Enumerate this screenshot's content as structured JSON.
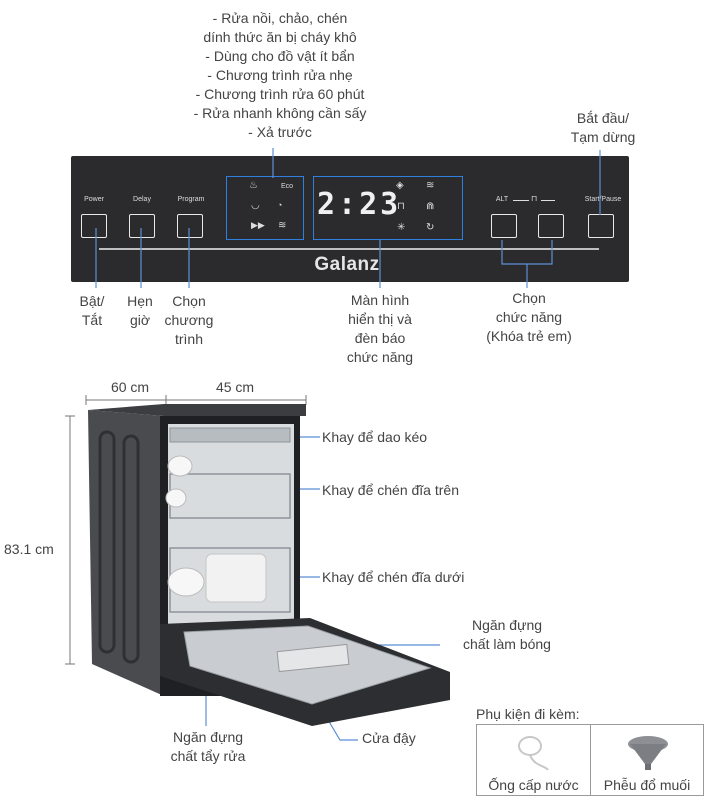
{
  "program_callout": [
    "- Rửa nồi, chảo, chén",
    "dính thức ăn bị cháy khô",
    "- Dùng cho đồ vật ít bẩn",
    "- Chương trình rửa nhẹ",
    "- Chương trình rửa 60 phút",
    "- Rửa nhanh không cần sấy",
    "- Xả trước"
  ],
  "start_callout": [
    "Bắt đầu/",
    "Tạm dừng"
  ],
  "panel": {
    "power": "Power",
    "delay": "Delay",
    "program": "Program",
    "eco": "Eco",
    "display": "2:23",
    "alt": "ALT",
    "start_pause": "Start/Pause",
    "brand": "Galanz"
  },
  "labels": {
    "power": [
      "Bật/",
      "Tắt"
    ],
    "delay": [
      "Hẹn",
      "giờ"
    ],
    "program": [
      "Chọn",
      "chương",
      "trình"
    ],
    "display": [
      "Màn hình",
      "hiển thị và",
      "đèn báo",
      "chức năng"
    ],
    "function": [
      "Chọn",
      "chức năng",
      "(Khóa trẻ em)"
    ]
  },
  "dimensions": {
    "depth": "60 cm",
    "width": "45 cm",
    "height": "83.1 cm"
  },
  "parts": {
    "cutlery": "Khay để dao kéo",
    "upper": "Khay để chén đĩa trên",
    "lower": "Khay để chén đĩa dưới",
    "rinse": [
      "Ngăn đựng",
      "chất làm bóng"
    ],
    "detergent": [
      "Ngăn đựng",
      "chất tẩy rửa"
    ],
    "door": "Cửa đậy"
  },
  "accessories": {
    "title": "Phụ kiện đi kèm:",
    "items": [
      "Ống cấp nước",
      "Phễu đổ muối"
    ]
  },
  "colors": {
    "panel": "#2b2b2d",
    "display": "#2f7fe0",
    "line": "#5b8fd6"
  }
}
